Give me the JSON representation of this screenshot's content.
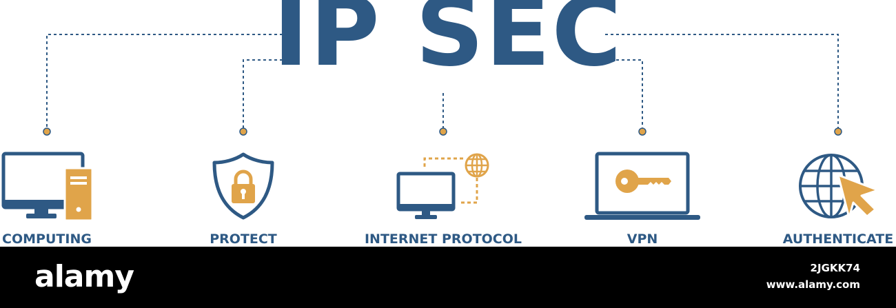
{
  "title": "IP SEC",
  "colors": {
    "primary": "#2e5984",
    "accent": "#e0a44a",
    "footer_bg": "#000000"
  },
  "items": [
    {
      "label": "COMPUTING",
      "icon": "computer-monitor-tower-icon"
    },
    {
      "label": "PROTECT",
      "icon": "shield-lock-icon"
    },
    {
      "label": "INTERNET PROTOCOL",
      "icon": "monitor-globe-network-icon"
    },
    {
      "label": "VPN",
      "icon": "laptop-key-icon"
    },
    {
      "label": "AUTHENTICATE",
      "icon": "globe-cursor-icon"
    }
  ],
  "footer": {
    "brand": "alamy",
    "image_id": "2JGKK74",
    "site": "www.alamy.com"
  }
}
